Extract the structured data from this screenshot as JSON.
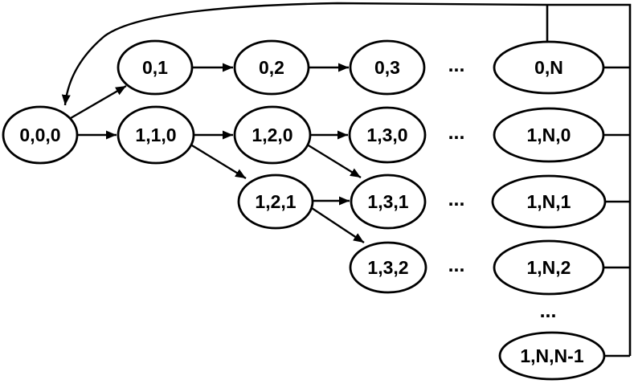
{
  "diagram": {
    "type": "state-transition-graph",
    "background_color": "#ffffff",
    "stroke_color": "#000000",
    "text_color": "#000000",
    "nodes": [
      {
        "label": "0,0,0"
      },
      {
        "label": "0,1"
      },
      {
        "label": "0,2"
      },
      {
        "label": "0,3"
      },
      {
        "label": "0,N"
      },
      {
        "label": "1,1,0"
      },
      {
        "label": "1,2,0"
      },
      {
        "label": "1,3,0"
      },
      {
        "label": "1,N,0"
      },
      {
        "label": "1,2,1"
      },
      {
        "label": "1,3,1"
      },
      {
        "label": "1,N,1"
      },
      {
        "label": "1,3,2"
      },
      {
        "label": "1,N,2"
      },
      {
        "label": "1,N,N-1"
      }
    ],
    "ellipsis_marks": [
      {
        "label": "..."
      },
      {
        "label": "..."
      },
      {
        "label": "..."
      },
      {
        "label": "..."
      },
      {
        "label": "..."
      }
    ],
    "edges": [
      {
        "from": "0,0,0",
        "to": "0,1",
        "type": "arrow"
      },
      {
        "from": "0,0,0",
        "to": "1,1,0",
        "type": "arrow"
      },
      {
        "from": "0,1",
        "to": "0,2",
        "type": "arrow"
      },
      {
        "from": "0,2",
        "to": "0,3",
        "type": "arrow"
      },
      {
        "from": "1,1,0",
        "to": "1,2,0",
        "type": "arrow"
      },
      {
        "from": "1,1,0",
        "to": "1,2,1",
        "type": "arrow"
      },
      {
        "from": "1,2,0",
        "to": "1,3,0",
        "type": "arrow"
      },
      {
        "from": "1,2,0",
        "to": "1,3,1",
        "type": "arrow"
      },
      {
        "from": "1,2,1",
        "to": "1,3,1",
        "type": "arrow"
      },
      {
        "from": "1,2,1",
        "to": "1,3,2",
        "type": "arrow"
      },
      {
        "from": "0,N",
        "to": "0,0,0",
        "type": "arrow",
        "note": "loop via top curve"
      },
      {
        "from": "0,N",
        "to": "right-rail",
        "type": "line"
      },
      {
        "from": "1,N,0",
        "to": "right-rail",
        "type": "line"
      },
      {
        "from": "1,N,1",
        "to": "right-rail",
        "type": "line"
      },
      {
        "from": "1,N,2",
        "to": "right-rail",
        "type": "line"
      },
      {
        "from": "1,N,N-1",
        "to": "right-rail",
        "type": "line"
      }
    ]
  }
}
